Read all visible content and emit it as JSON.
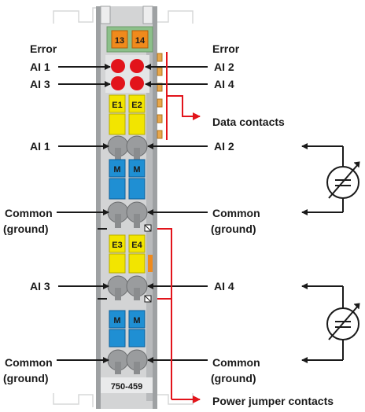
{
  "module": {
    "part_number": "750-459",
    "top_labels": [
      "13",
      "14"
    ],
    "led_labels": [
      "E1",
      "E2",
      "E3",
      "E4"
    ],
    "block_labels": [
      "M",
      "M",
      "M",
      "M"
    ]
  },
  "labels": {
    "error_left": "Error",
    "error_right": "Error",
    "ai1_top": "AI 1",
    "ai2_top": "AI 2",
    "ai3_top": "AI 3",
    "ai4_top": "AI 4",
    "ai1_mid": "AI 1",
    "ai2_mid": "AI 2",
    "common_left_1": "Common",
    "ground_left_1": "(ground)",
    "common_right_1": "Common",
    "ground_right_1": "(ground)",
    "ai3_mid": "AI 3",
    "ai4_mid": "AI 4",
    "common_left_2": "Common",
    "ground_left_2": "(ground)",
    "common_right_2": "Common",
    "ground_right_2": "(ground)",
    "data_contacts": "Data contacts",
    "power_jumper_contacts": "Power jumper contacts"
  },
  "colors": {
    "housing": "#c9cacb",
    "housing_dark": "#8e9193",
    "orange": "#f08a1c",
    "green_top": "#8cc08a",
    "led_red": "#e2141b",
    "yellow": "#f2e500",
    "blue": "#1f8fd3",
    "callout_red": "#e2141b",
    "black": "#1a1a1a"
  },
  "icons": {
    "sensor_symbol": "current-source-icon",
    "screw_terminal": "terminal-clamp-icon"
  }
}
